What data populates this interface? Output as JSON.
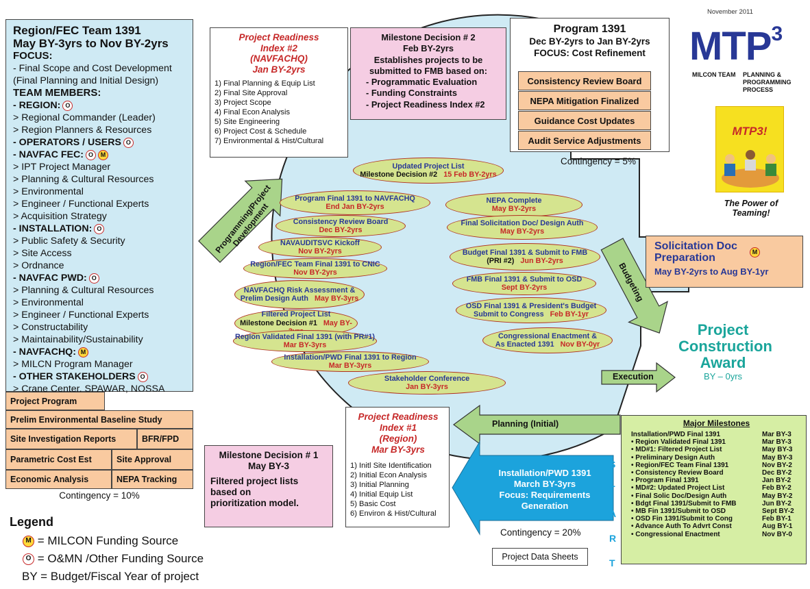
{
  "header": {
    "date": "November 2011",
    "logo": "MTP",
    "logo_sup": "3",
    "subtitle_words": [
      "MILCON",
      "TEAM",
      "PLANNING & PROGRAMMING PROCESS"
    ],
    "badge": "MTP3!",
    "tagline": "The Power of Teaming!"
  },
  "left_panel": {
    "title": "Region/FEC Team 1391",
    "period": "May BY-3yrs to Nov BY-2yrs",
    "focus_label": "FOCUS:",
    "focus_lines": [
      "- Final Scope and Cost Development",
      "(Final Planning and Initial Design)"
    ],
    "team_label": "TEAM MEMBERS:",
    "members": [
      {
        "text": "- REGION:",
        "bold": true,
        "marks": [
          "O"
        ]
      },
      {
        "text": "> Regional Commander (Leader)"
      },
      {
        "text": "> Region Planners & Resources"
      },
      {
        "text": "- OPERATORS / USERS",
        "bold": true,
        "marks": [
          "O"
        ]
      },
      {
        "text": "- NAVFAC FEC:",
        "bold": true,
        "marks": [
          "O",
          "M"
        ]
      },
      {
        "text": "> IPT Project Manager"
      },
      {
        "text": "> Planning & Cultural Resources"
      },
      {
        "text": "> Environmental"
      },
      {
        "text": "> Engineer / Functional Experts"
      },
      {
        "text": "> Acquisition Strategy"
      },
      {
        "text": "- INSTALLATION:",
        "bold": true,
        "marks": [
          "O"
        ]
      },
      {
        "text": "> Public Safety & Security"
      },
      {
        "text": "> Site Access"
      },
      {
        "text": "> Ordnance"
      },
      {
        "text": "- NAVFAC PWD:",
        "bold": true,
        "marks": [
          "O"
        ]
      },
      {
        "text": "> Planning & Cultural Resources"
      },
      {
        "text": "> Environmental"
      },
      {
        "text": "> Engineer / Functional Experts"
      },
      {
        "text": "> Constructability"
      },
      {
        "text": "> Maintainability/Sustainability"
      },
      {
        "text": "- NAVFACHQ:",
        "bold": true,
        "marks": [
          "M"
        ]
      },
      {
        "text": "> MILCN Program Manager"
      },
      {
        "text": "- OTHER STAKEHOLDERS",
        "bold": true,
        "marks": [
          "O"
        ]
      },
      {
        "text": "> Crane Center, SPAWAR, NOSSA"
      }
    ],
    "products": {
      "project_program": "Project Program",
      "prelim_env": "Prelim Environmental Baseline Study",
      "site_inv": "Site Investigation Reports",
      "bfr": "BFR/FPD",
      "parametric": "Parametric Cost Est",
      "site_approval": "Site Approval",
      "economic": "Economic Analysis",
      "nepa": "NEPA Tracking"
    },
    "contingency": "Contingency = 10%"
  },
  "legend": {
    "title": "Legend",
    "items": [
      "= MILCON Funding Source",
      "= O&MN /Other Funding Source"
    ],
    "by_line": "BY = Budget/Fiscal Year of project"
  },
  "pri2": {
    "title": [
      "Project Readiness",
      "Index #2",
      "(NAVFACHQ)",
      "Jan BY-2yrs"
    ],
    "items": [
      "1) Final Planning & Equip List",
      "2) Final Site Approval",
      "3) Project Scope",
      "4) Final Econ Analysis",
      "5) Site Engineering",
      "6) Project Cost & Schedule",
      "7) Environmental & Hist/Cultural"
    ]
  },
  "md2": {
    "title": "Milestone Decision # 2",
    "date": "Feb BY-2yrs",
    "lines": [
      "Establishes projects to be",
      "submitted to FMB based on:",
      "- Programmatic Evaluation",
      "- Funding Constraints",
      "- Project Readiness Index #2"
    ]
  },
  "program": {
    "title": "Program 1391",
    "period": "Dec BY-2yrs to Jan BY-2yrs",
    "focus": "FOCUS: Cost Refinement",
    "items": [
      "Consistency Review Board",
      "NEPA Mitigation  Finalized",
      "Guidance Cost Updates",
      "Audit Service Adjustments"
    ],
    "contingency": "Contingency = 5%"
  },
  "ovals": [
    {
      "l1": "Updated Project List",
      "l2a": "Milestone Decision #2",
      "l2b": "15 Feb BY-2yrs"
    },
    {
      "l1": "Program Final 1391 to NAVFACHQ",
      "l2b": "End Jan BY-2yrs"
    },
    {
      "l1": "Consistency Review Board",
      "l2b": "Dec BY-2yrs"
    },
    {
      "l1": "NAVAUDITSVC Kickoff",
      "l2b": "Nov BY-2yrs"
    },
    {
      "l1": "Region/FEC Team Final 1391 to CNIC",
      "l2b": "Nov BY-2yrs"
    },
    {
      "l1": "NAVFACHQ Risk Assessment &",
      "l2a": "Prelim Design Auth",
      "l2b": "May BY-3yrs",
      "blue2": true
    },
    {
      "l1": "Filtered Project List",
      "l2a": "Milestone Decision #1",
      "l2b": "May BY-3yrs"
    },
    {
      "l1": "Region Validated Final 1391 (with PR#1)",
      "l2b": "Mar BY-3yrs"
    },
    {
      "l1": "Installation/PWD Final 1391 to Region",
      "l2b": "Mar BY-3yrs"
    },
    {
      "l1": "Stakeholder Conference",
      "l2b": "Jan BY-3yrs"
    },
    {
      "l1": "NEPA Complete",
      "l2b": "May BY-2yrs"
    },
    {
      "l1": "Final Solicitation Doc/ Design Auth",
      "l2b": "May BY-2yrs"
    },
    {
      "l1": "Budget Final 1391 & Submit to FMB",
      "l2a": "(PRI #2)",
      "l2b": "Jun BY-2yrs"
    },
    {
      "l1": "FMB Final 1391 & Submit to OSD",
      "l2b": "Sept BY-2yrs"
    },
    {
      "l1": "OSD Final 1391 & President's Budget",
      "l2a": "Submit to Congress",
      "l2b": "Feb BY-1yr",
      "blue2": true
    },
    {
      "l1": "Congressional Enactment &",
      "l2a": "As Enacted 1391",
      "l2b": "Nov BY-0yr",
      "blue2": true
    }
  ],
  "arrows": {
    "programming": [
      "Programming/Project",
      "Development"
    ],
    "budgeting": "Budgeting",
    "execution": "Execution",
    "planning": "Planning (Initial)"
  },
  "solicitation": {
    "title": [
      "Solicitation Doc",
      "Preparation"
    ],
    "period": "May BY-2yrs to Aug BY-1yr"
  },
  "award": {
    "lines": [
      "Project",
      "Construction",
      "Award"
    ],
    "by": "BY – 0yrs"
  },
  "pri1": {
    "title": [
      "Project Readiness",
      "Index #1",
      "(Region)",
      "Mar BY-3yrs"
    ],
    "items": [
      "1) Initl Site Identification",
      "2) Initial Econ Analysis",
      "3) Initial Planning",
      "4) Initial Equip List",
      "5) Basic Cost",
      "6) Environ & Hist/Cultural"
    ]
  },
  "md1": {
    "title": "Milestone Decision # 1",
    "date": "May BY-3",
    "lines": [
      "Filtered project lists",
      "based on",
      "prioritization model."
    ]
  },
  "installation": {
    "lines": [
      "Installation/PWD 1391",
      "March BY-3yrs",
      "Focus:  Requirements",
      "Generation"
    ],
    "contingency": "Contingency = 20%",
    "data_sheets": "Project Data Sheets"
  },
  "start_letters": [
    "S",
    "T",
    "A",
    "R",
    "T"
  ],
  "major_milestones": {
    "title": "Major Milestones",
    "rows": [
      [
        "Installation/PWD Final 1391",
        "Mar BY-3"
      ],
      [
        "• Region Validated Final 1391",
        "Mar BY-3"
      ],
      [
        "• MD#1:  Filtered Project List",
        "May BY-3"
      ],
      [
        "• Preliminary Design Auth",
        "May BY-3"
      ],
      [
        "• Region/FEC Team Final 1391",
        "Nov BY-2"
      ],
      [
        "• Consistency Review Board",
        "Dec BY-2"
      ],
      [
        "• Program Final 1391",
        "Jan BY-2"
      ],
      [
        "• MD#2:  Updated Project List",
        "Feb BY-2"
      ],
      [
        "• Final Solic Doc/Design Auth",
        "May BY-2"
      ],
      [
        "• Bdgt Final 1391/Submit to FMB",
        "Jun BY-2"
      ],
      [
        "• MB Fin 1391/Submit to OSD",
        "Sept BY-2"
      ],
      [
        "• OSD Fin 1391/Submit to Cong",
        "Feb BY-1"
      ],
      [
        "• Advance Auth To Advrt Const",
        "Aug BY-1"
      ],
      [
        "• Congressional Enactment",
        "Nov  BY-0"
      ]
    ]
  },
  "colors": {
    "lightblue": "#cfeaf4",
    "orange": "#f9caa0",
    "pink": "#f5cde3",
    "olive": "#d5e48f",
    "arrowgreen": "#a9d48a",
    "teal": "#1aa59b",
    "navy": "#283896",
    "red": "#c62828",
    "cyan": "#1ca3dc"
  }
}
